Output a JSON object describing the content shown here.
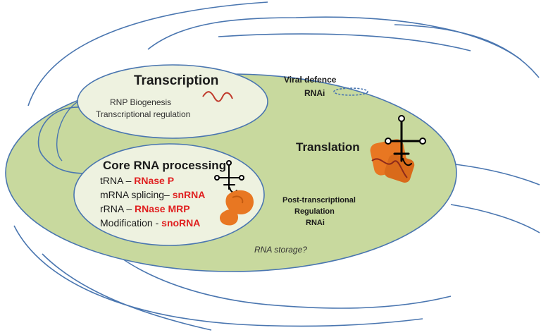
{
  "transcription": {
    "title": "Transcription",
    "line1": "RNP Biogenesis",
    "line2": "Transcriptional regulation"
  },
  "viral": {
    "title": "Viral defence",
    "rnai": "RNAi"
  },
  "translation": {
    "title": "Translation"
  },
  "core": {
    "title": "Core RNA processing",
    "rows": [
      {
        "prefix": "tRNA – ",
        "highlight": "RNase P"
      },
      {
        "prefix": "mRNA splicing– ",
        "highlight": "snRNA"
      },
      {
        "prefix": "rRNA – ",
        "highlight": "RNase MRP"
      },
      {
        "prefix": "Modification - ",
        "highlight": "snoRNA"
      }
    ]
  },
  "post_transcriptional": {
    "line1": "Post-transcriptional",
    "line2": "Regulation",
    "line3": "RNAi"
  },
  "storage": {
    "label": "RNA storage?"
  },
  "colors": {
    "cell_fill": "#c8d99e",
    "nucleus_fill": "#eef2e0",
    "outline": "#4a76b0",
    "highlight_text": "#e02020",
    "protein": "#e87722",
    "rna_strand": "#c0392b"
  }
}
